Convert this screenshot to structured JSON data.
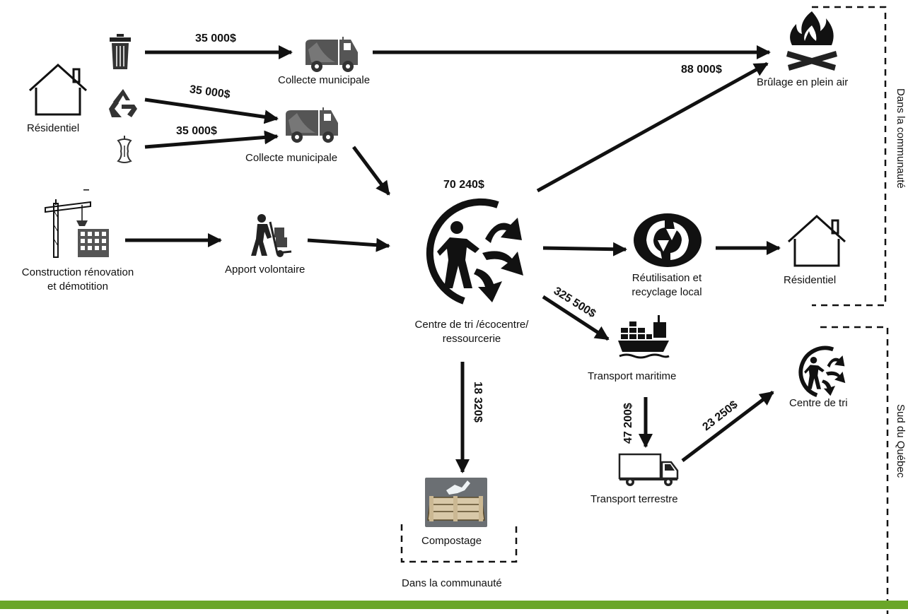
{
  "nodes": {
    "residential_source": "Résidentiel",
    "collection_top": "Collecte municipale",
    "collection_mid": "Collecte municipale",
    "construction_line1": "Construction rénovation",
    "construction_line2": "et démotition",
    "voluntary_drop": "Apport volontaire",
    "sorting_center_line1": "Centre de tri /écocentre/",
    "sorting_center_line2": "ressourcerie",
    "open_burning": "Brûlage en plein air",
    "reuse_line1": "Réutilisation et",
    "reuse_line2": "recyclage local",
    "residential_dest": "Résidentiel",
    "maritime": "Transport maritime",
    "land": "Transport terrestre",
    "sorting_south": "Centre de tri",
    "composting": "Compostage"
  },
  "amounts": {
    "trash_to_collection": "35 000$",
    "recycling_to_collection": "35 000$",
    "organics_to_collection": "35 000$",
    "to_burning": "88 000$",
    "sorting_center": "70 240$",
    "to_maritime": "325 500$",
    "to_compost": "18 320$",
    "maritime_to_land": "47 200$",
    "land_to_sorting": "23 250$"
  },
  "regions": {
    "community_right": "Dans la communauté",
    "south_quebec": "Sud du Québec",
    "community_bottom": "Dans la communauté"
  },
  "icons": [
    "house-icon",
    "trash-can-icon",
    "recycle-icon",
    "apple-core-icon",
    "garbage-truck-icon",
    "crane-icon",
    "hand-truck-icon",
    "sorting-arrows-icon",
    "fire-icon",
    "green-dot-icon",
    "ship-icon",
    "truck-icon",
    "compost-bin-icon"
  ],
  "colors": {
    "footer_bar": "#6aa628",
    "arrow": "#111111"
  }
}
